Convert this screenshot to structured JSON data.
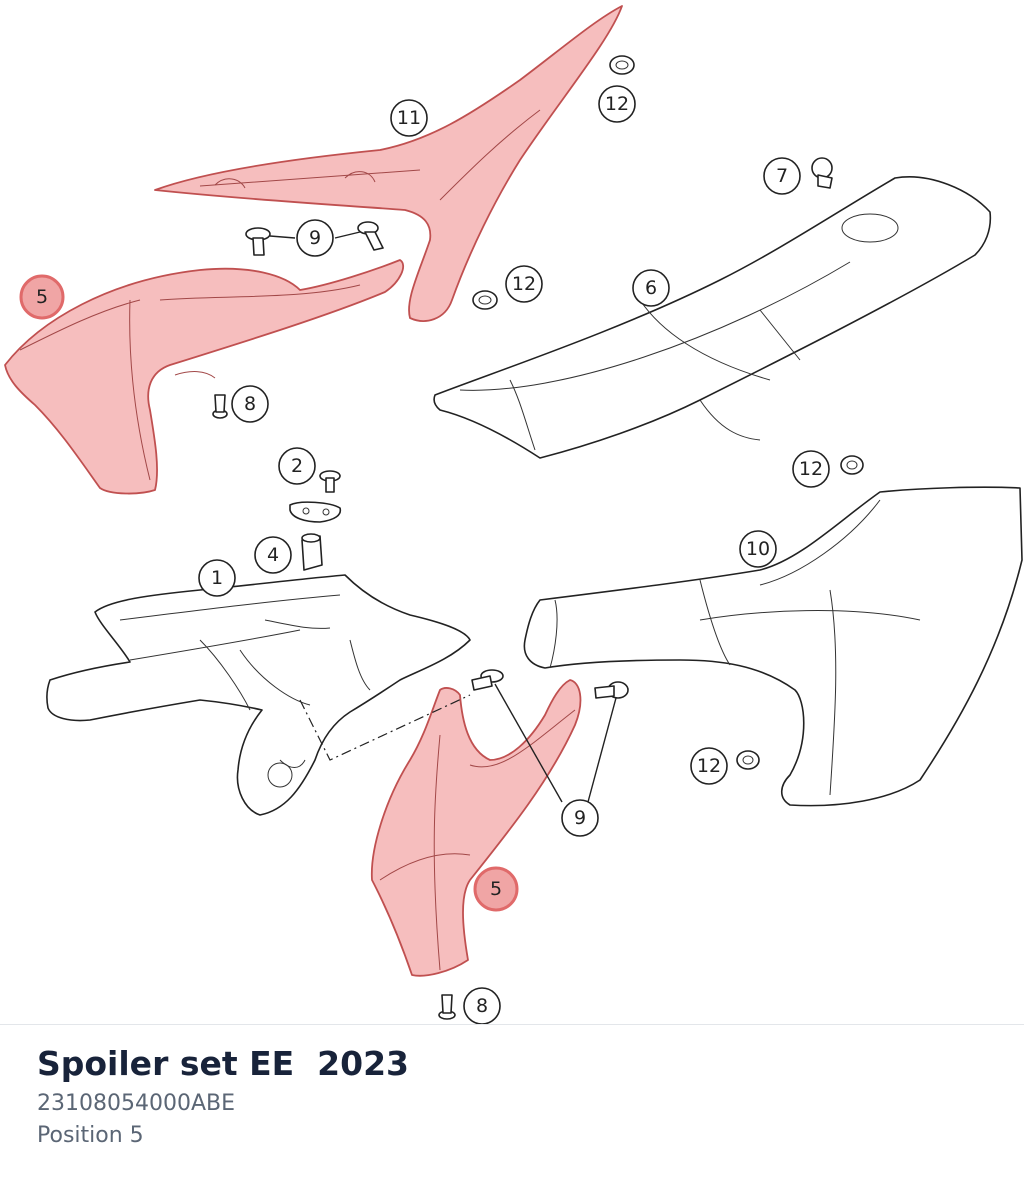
{
  "diagram": {
    "callouts": [
      {
        "id": "c1",
        "label": "1",
        "highlight": false
      },
      {
        "id": "c2",
        "label": "2",
        "highlight": false
      },
      {
        "id": "c4",
        "label": "4",
        "highlight": false
      },
      {
        "id": "c5a",
        "label": "5",
        "highlight": true
      },
      {
        "id": "c5b",
        "label": "5",
        "highlight": true
      },
      {
        "id": "c6",
        "label": "6",
        "highlight": false
      },
      {
        "id": "c7",
        "label": "7",
        "highlight": false
      },
      {
        "id": "c8a",
        "label": "8",
        "highlight": false
      },
      {
        "id": "c8b",
        "label": "8",
        "highlight": false
      },
      {
        "id": "c9a",
        "label": "9",
        "highlight": false
      },
      {
        "id": "c9b",
        "label": "9",
        "highlight": false
      },
      {
        "id": "c10",
        "label": "10",
        "highlight": false
      },
      {
        "id": "c11",
        "label": "11",
        "highlight": false
      },
      {
        "id": "c12a",
        "label": "12",
        "highlight": false
      },
      {
        "id": "c12b",
        "label": "12",
        "highlight": false
      },
      {
        "id": "c12c",
        "label": "12",
        "highlight": false
      },
      {
        "id": "c12d",
        "label": "12",
        "highlight": false
      }
    ],
    "colors": {
      "highlight_fill": "#f4b3b3",
      "highlight_ring": "#e06a6a",
      "line": "#222222"
    }
  },
  "caption": {
    "title": "Spoiler set EE  2023",
    "part_number": "23108054000ABE",
    "position": "Position 5"
  }
}
